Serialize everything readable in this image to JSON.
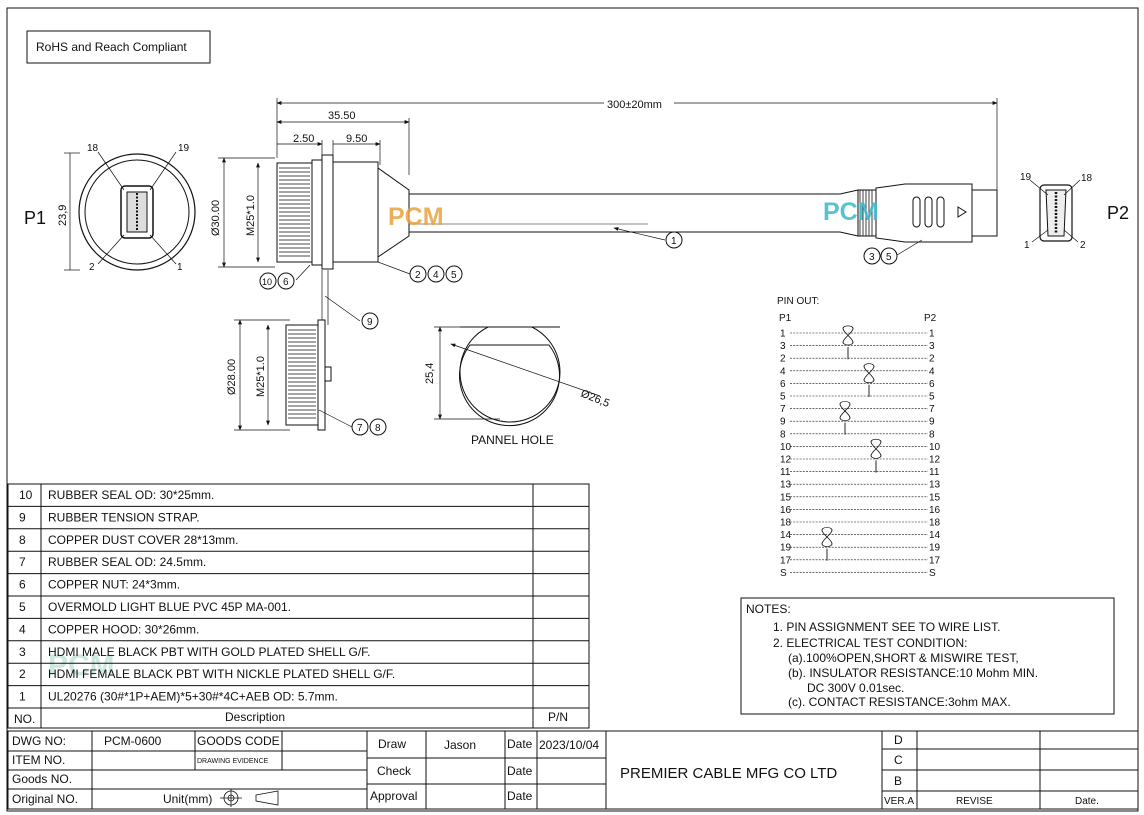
{
  "compliance": "RoHS and Reach Compliant",
  "labels": {
    "p1": "P1",
    "p2": "P2",
    "panel_hole": "PANNEL HOLE",
    "pcm": "PCM"
  },
  "dims": {
    "cable_length": "300±20mm",
    "d35": "35.50",
    "d250": "2.50",
    "d950": "9.50",
    "d239": "23,9",
    "dia30": "Ø30.00",
    "m25": "M25*1.0",
    "dia28": "Ø28.00",
    "m25b": "M25*1.0",
    "d254": "25,4",
    "dia265": "Ø26,5"
  },
  "pin_numbers": {
    "p1_tl": "18",
    "p1_tr": "19",
    "p1_bl": "2",
    "p1_br": "1",
    "p2_tl": "19",
    "p2_tr": "18",
    "p2_bl": "1",
    "p2_br": "2"
  },
  "callouts": {
    "cable": "1",
    "b10": "10",
    "b6": "6",
    "b2": "2",
    "b4": "4",
    "b5": "5",
    "b3": "3",
    "b5b": "5",
    "b9": "9",
    "b7": "7",
    "b8": "8"
  },
  "pinout": {
    "title": "PIN OUT:",
    "left_head": "P1",
    "right_head": "P2",
    "rows": [
      {
        "l": "1",
        "r": "1"
      },
      {
        "l": "3",
        "r": "3"
      },
      {
        "l": "2",
        "r": "2"
      },
      {
        "l": "4",
        "r": "4"
      },
      {
        "l": "6",
        "r": "6"
      },
      {
        "l": "5",
        "r": "5"
      },
      {
        "l": "7",
        "r": "7"
      },
      {
        "l": "9",
        "r": "9"
      },
      {
        "l": "8",
        "r": "8"
      },
      {
        "l": "10",
        "r": "10"
      },
      {
        "l": "12",
        "r": "12"
      },
      {
        "l": "11",
        "r": "11"
      },
      {
        "l": "13",
        "r": "13"
      },
      {
        "l": "15",
        "r": "15"
      },
      {
        "l": "16",
        "r": "16"
      },
      {
        "l": "18",
        "r": "18"
      },
      {
        "l": "14",
        "r": "14"
      },
      {
        "l": "19",
        "r": "19"
      },
      {
        "l": "17",
        "r": "17"
      },
      {
        "l": "S",
        "r": "S"
      }
    ]
  },
  "notes": {
    "title": "NOTES:",
    "lines": [
      "1. PIN ASSIGNMENT SEE TO WIRE LIST.",
      "2. ELECTRICAL TEST CONDITION:",
      "(a).100%OPEN,SHORT & MISWIRE TEST,",
      "(b). INSULATOR RESISTANCE:10 Mohm MIN.",
      "DC 300V 0.01sec.",
      "(c). CONTACT RESISTANCE:3ohm MAX."
    ]
  },
  "bom": {
    "header_no": "NO.",
    "header_desc": "Description",
    "header_pn": "P/N",
    "rows": [
      {
        "no": "10",
        "desc": "RUBBER SEAL OD: 30*25mm."
      },
      {
        "no": "9",
        "desc": "RUBBER TENSION STRAP."
      },
      {
        "no": "8",
        "desc": "COPPER DUST COVER 28*13mm."
      },
      {
        "no": "7",
        "desc": "RUBBER SEAL OD: 24.5mm."
      },
      {
        "no": "6",
        "desc": "COPPER NUT: 24*3mm."
      },
      {
        "no": "5",
        "desc": "OVERMOLD LIGHT BLUE PVC 45P MA-001."
      },
      {
        "no": "4",
        "desc": "COPPER HOOD: 30*26mm."
      },
      {
        "no": "3",
        "desc": "HDMI MALE BLACK PBT WITH GOLD PLATED SHELL G/F."
      },
      {
        "no": "2",
        "desc": "HDMI FEMALE BLACK PBT WITH NICKLE PLATED SHELL G/F."
      },
      {
        "no": "1",
        "desc": "UL20276 (30#*1P+AEM)*5+30#*4C+AEB OD: 5.7mm."
      }
    ]
  },
  "title_block": {
    "dwg_no_label": "DWG NO:",
    "dwg_no": "PCM-0600",
    "goods_code": "GOODS CODE",
    "item_no": "ITEM NO.",
    "drawing_evidence": "DRAWING EVIDENCE",
    "goods_no": "Goods NO.",
    "original_no": "Original NO.",
    "unit": "Unit(mm)",
    "draw": "Draw",
    "drawer": "Jason",
    "date_label": "Date",
    "date": "2023/10/04",
    "check": "Check",
    "approval": "Approval",
    "company": "PREMIER CABLE MFG CO LTD",
    "rev_d": "D",
    "rev_c": "C",
    "rev_b": "B",
    "ver": "VER.A",
    "revise": "REVISE",
    "date_col": "Date."
  },
  "colors": {
    "pcm_p": "#e8a33b",
    "pcm_c": "#6fc3a7",
    "pcm_m": "#3bb8c8"
  }
}
